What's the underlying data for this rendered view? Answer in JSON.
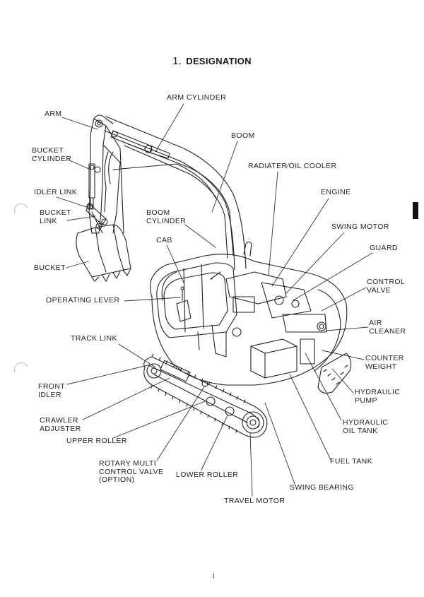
{
  "page": {
    "section_number": "1.",
    "title": "DESIGNATION",
    "page_number": "1"
  },
  "labels": {
    "arm_cylinder": "ARM CYLINDER",
    "arm": "ARM",
    "boom": "BOOM",
    "bucket_cylinder": "BUCKET\nCYLINDER",
    "radiator_oil_cooler": "RADIATER∕OIL COOLER",
    "idler_link": "IDLER LINK",
    "engine": "ENGINE",
    "bucket_link": "BUCKET\nLINK",
    "boom_cylinder": "BOOM\nCYLINDER",
    "swing_motor": "SWING MOTOR",
    "cab": "CAB",
    "guard": "GUARD",
    "bucket": "BUCKET",
    "control_valve": "CONTROL\nVALVE",
    "operating_lever": "OPERATING LEVER",
    "air_cleaner": "AIR\nCLEANER",
    "track_link": "TRACK LINK",
    "counter_weight": "COUNTER\nWEIGHT",
    "front_idler": "FRONT\nIDLER",
    "hydraulic_pump": "HYDRAULIC\nPUMP",
    "crawler_adjuster": "CRAWLER\nADJUSTER",
    "hydraulic_oil_tank": "HYDRAULIC\nOIL TANK",
    "upper_roller": "UPPER ROLLER",
    "fuel_tank": "FUEL TANK",
    "rotary_multi_control_valve": "ROTARY MULTI\nCONTROL VALVE\n(OPTION)",
    "lower_roller": "LOWER ROLLER",
    "swing_bearing": "SWING BEARING",
    "travel_motor": "TRAVEL MOTOR"
  }
}
